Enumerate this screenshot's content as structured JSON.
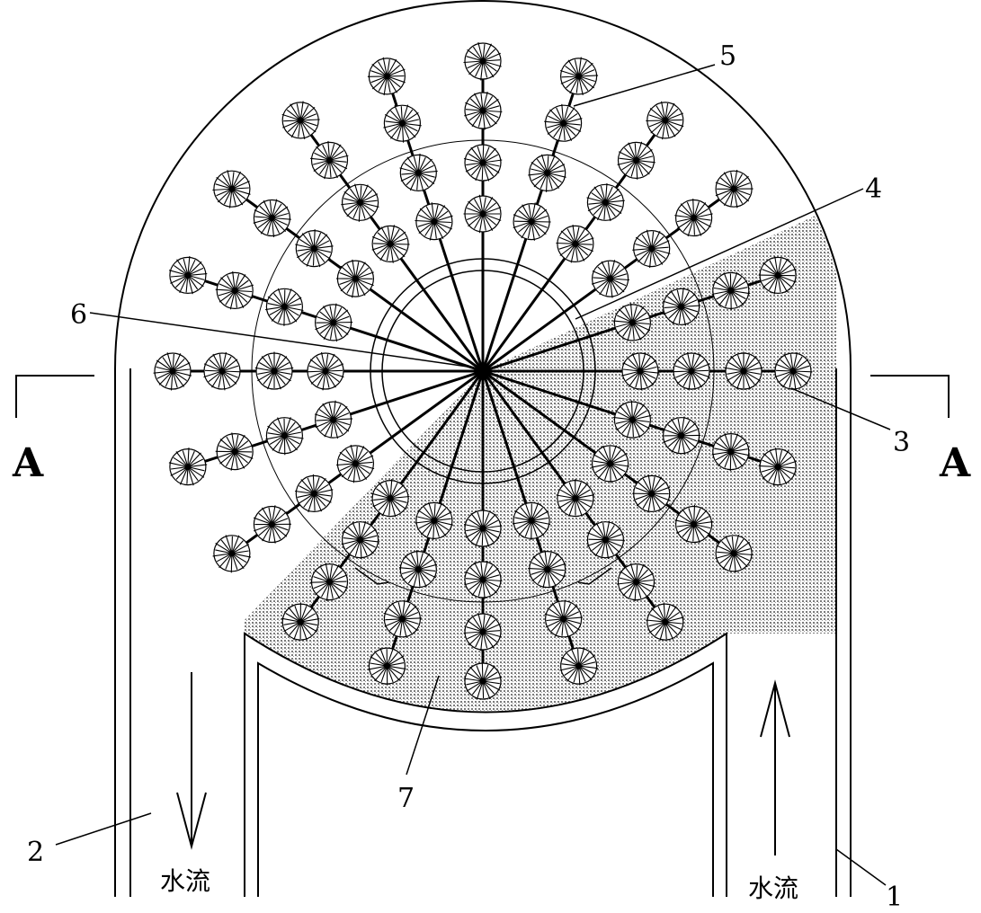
{
  "labels": {
    "n1": "1",
    "n2": "2",
    "n3": "3",
    "n4": "4",
    "n5": "5",
    "n6": "6",
    "n7": "7",
    "section_left": "A",
    "section_right": "A",
    "flow_left": "水流",
    "flow_right": "水流"
  },
  "colors": {
    "line": "#000000",
    "shade": "#c9c9c9",
    "background": "#ffffff"
  },
  "diagram": {
    "spokes": 20,
    "tufts_per_spoke": 4
  }
}
